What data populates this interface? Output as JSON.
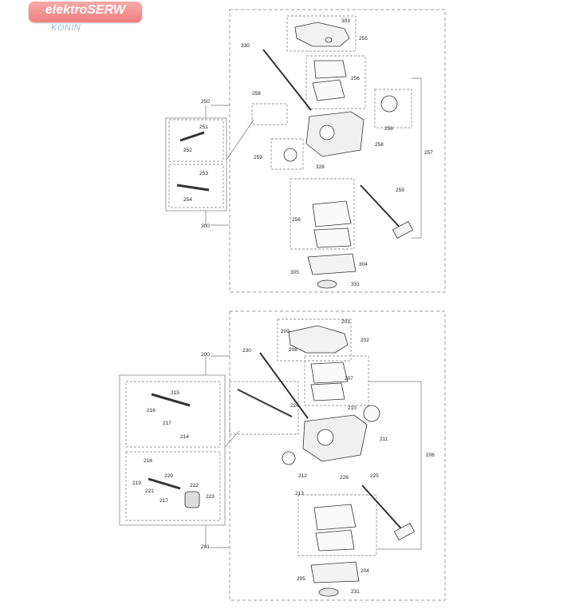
{
  "watermark": {
    "brand": "elektroSERW",
    "city": "KONIN"
  },
  "diagram_top": {
    "callouts": {
      "c303": "303",
      "c255": "255",
      "c330": "330",
      "c256a": "256",
      "c258a": "258",
      "c250": "250",
      "c251": "251",
      "c252": "252",
      "c253": "253",
      "c254": "254",
      "c300": "300",
      "c258b": "258",
      "c258c": "258",
      "c257": "257",
      "c259a": "259",
      "c328": "328",
      "c259b": "259",
      "c256b": "256",
      "c304": "304",
      "c305": "305",
      "c331": "331"
    }
  },
  "diagram_bottom": {
    "callouts": {
      "c203": "203",
      "c209": "209",
      "c202": "202",
      "c230": "230",
      "c208": "208",
      "c207": "207",
      "c200": "200",
      "c215": "215",
      "c216": "216",
      "c217a": "217",
      "c214": "214",
      "c224": "224",
      "c210": "210",
      "c211": "211",
      "c206": "206",
      "c218": "218",
      "c220": "220",
      "c219": "219",
      "c221": "221",
      "c222": "222",
      "c217b": "217",
      "c223": "223",
      "c212": "212",
      "c226": "226",
      "c225": "225",
      "c213": "213",
      "c201": "201",
      "c204": "204",
      "c205": "205",
      "c231": "231"
    }
  }
}
